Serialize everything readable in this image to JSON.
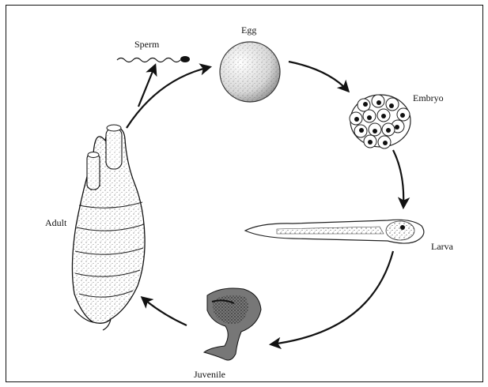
{
  "stages": {
    "sperm": "Sperm",
    "egg": "Egg",
    "embryo": "Embryo",
    "larva": "Larva",
    "juvenile": "Juvenile",
    "adult": "Adult"
  },
  "colors": {
    "ink": "#111111",
    "background": "#ffffff"
  }
}
